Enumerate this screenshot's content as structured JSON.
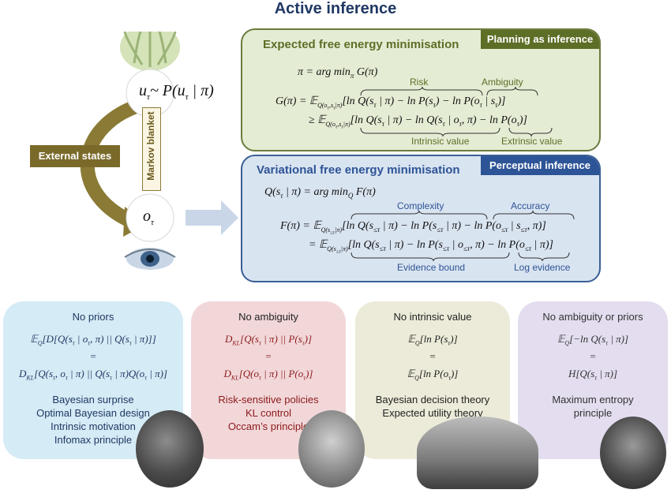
{
  "title": "Active inference",
  "left": {
    "action": "u",
    "action_sub": "τ",
    "action_policy": "~ P(u",
    "action_policy_sub": "τ",
    "action_policy_end": " | π)",
    "markov_blanket": "Markov blanket",
    "external_states": "External states",
    "observation": "o",
    "observation_sub": "τ"
  },
  "efe": {
    "title": "Expected free energy minimisation",
    "tag": "Planning as inference",
    "eq1": "π = arg min_π G(π)",
    "label_risk": "Risk",
    "label_ambiguity": "Ambiguity",
    "eq2": "G(π) = E_Q(oτ,sτ|π)[ln Q(sτ | π) − ln P(sτ) − ln P(oτ | sτ)]",
    "eq3": "≥ E_Q(oτ,sτ|π)[ln Q(sτ | π) − ln Q(sτ | oτ, π) − ln P(oτ)]",
    "label_intrinsic": "Intrinsic value",
    "label_extrinsic": "Extrinsic value",
    "colors": {
      "bg": "#e5ecd4",
      "border": "#6a7c3c",
      "title": "#5d6e26",
      "tag": "#5d6e26"
    }
  },
  "vfe": {
    "title": "Variational free energy minimisation",
    "tag": "Perceptual inference",
    "eq1": "Q(sτ | π) = arg min_Q F(π)",
    "label_complexity": "Complexity",
    "label_accuracy": "Accuracy",
    "eq2": "F(π) = E_Q(s≤τ|π)[ln Q(s≤τ | π) − ln P(s≤τ | π) − ln P(o≤τ | s≤τ, π)]",
    "eq3": "= E_Q(s≤τ|π)[ln Q(s≤τ | π) − ln P(s≤τ | o≤τ, π) − ln P(o≤τ | π)]",
    "label_evidence_bound": "Evidence bound",
    "label_log_evidence": "Log evidence",
    "colors": {
      "bg": "#d9e4f1",
      "border": "#3a5f95",
      "title": "#2d5496",
      "tag": "#2d5496"
    }
  },
  "cards": [
    {
      "title": "No priors",
      "eq_top": "E_Q[D[Q(sτ | oτ, π) || Q(sτ | π)]]",
      "eq_mid": "=",
      "eq_bottom": "D_KL[Q(sτ, oτ | π) || Q(sτ | π)Q(oτ | π)]",
      "labels": [
        "Bayesian surprise",
        "Optimal Bayesian design",
        "Intrinsic motivation",
        "Infomax principle"
      ],
      "bg": "#d5ebf5",
      "text": "#1f3864"
    },
    {
      "title": "No ambiguity",
      "eq_top": "D_KL[Q(sτ | π) || P(sτ)]",
      "eq_mid": "=",
      "eq_bottom": "D_KL[Q(oτ | π) || P(oτ)]",
      "labels": [
        "Risk-sensitive policies",
        "KL control",
        "Occam’s principle"
      ],
      "bg": "#f2d7d9",
      "text": "#8b1a1a"
    },
    {
      "title": "No intrinsic value",
      "eq_top": "E_Q[ln P(sτ)]",
      "eq_mid": "=",
      "eq_bottom": "E_Q[ln P(oτ)]",
      "labels": [
        "Bayesian decision theory",
        "Expected utility theory"
      ],
      "bg": "#ecebd9",
      "text": "#222222"
    },
    {
      "title": "No ambiguity or priors",
      "eq_top": "E_Q[−ln Q(sτ | π)]",
      "eq_mid": "=",
      "eq_bottom": "H[Q(sτ | π)]",
      "labels": [
        "Maximum entropy",
        "principle"
      ],
      "bg": "#e3ddef",
      "text": "#333333"
    }
  ],
  "colors": {
    "title": "#1f3864",
    "external_states": "#7a6a2a",
    "arrow": "#8a7a35"
  }
}
